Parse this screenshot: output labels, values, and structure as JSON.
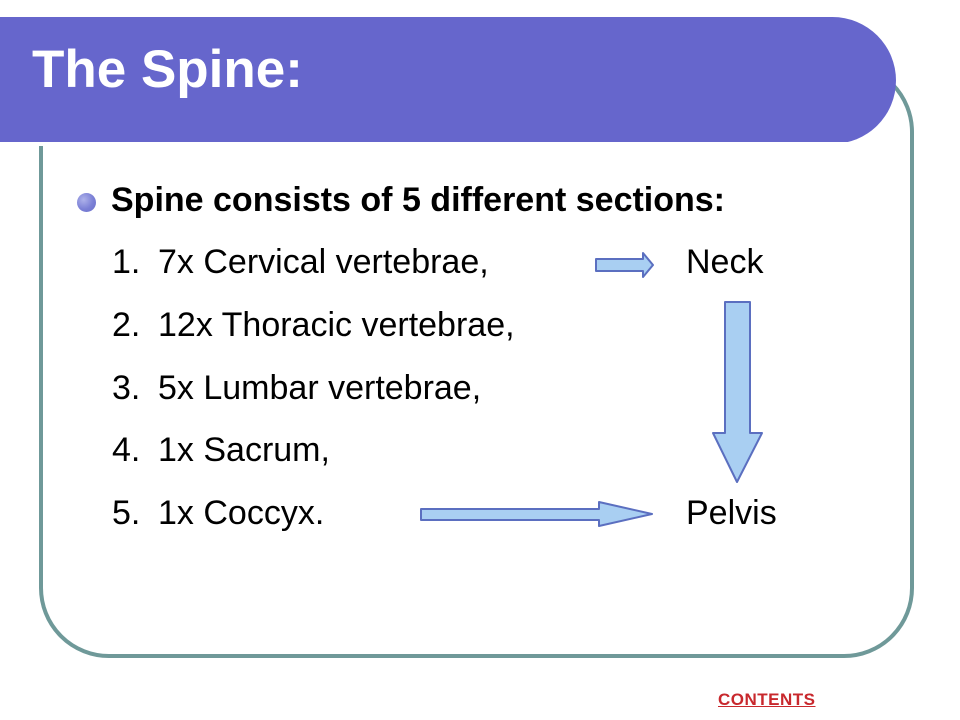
{
  "slide": {
    "title": "The Spine:",
    "bullet": "Spine consists of 5 different sections:",
    "items": [
      {
        "num": "1.",
        "text": "7x Cervical vertebrae,"
      },
      {
        "num": "2.",
        "text": "12x Thoracic vertebrae,"
      },
      {
        "num": "3.",
        "text": "5x Lumbar vertebrae,"
      },
      {
        "num": "4.",
        "text": "1x Sacrum,"
      },
      {
        "num": "5.",
        "text": "1x Coccyx."
      }
    ],
    "labels": {
      "top": "Neck",
      "bottom": "Pelvis"
    },
    "contents_link": "CONTENTS"
  },
  "colors": {
    "title_bar": "#6666cc",
    "frame_border": "#6f9999",
    "arrow_fill": "#a9cff2",
    "arrow_stroke": "#5b6fc0",
    "link": "#c8282d"
  },
  "icons": [
    "bullet-dot-icon",
    "right-arrow-icon",
    "down-arrow-icon"
  ]
}
